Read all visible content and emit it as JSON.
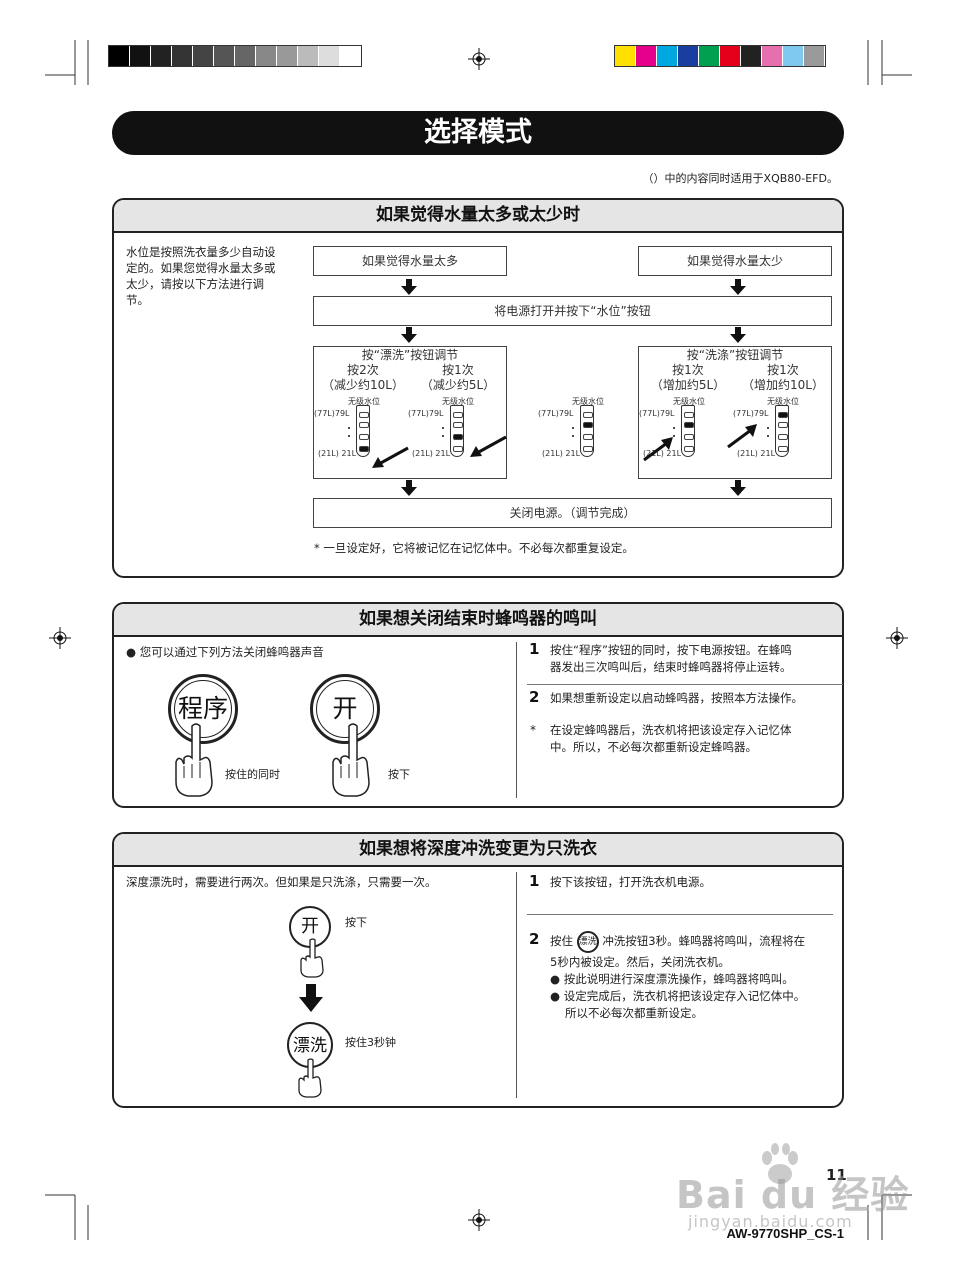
{
  "calibration": {
    "gray_swatches": [
      "#000000",
      "#111111",
      "#222222",
      "#333333",
      "#444444",
      "#555555",
      "#666666",
      "#888888",
      "#999999",
      "#bbbbbb",
      "#dddddd",
      "#ffffff"
    ],
    "color_swatches": [
      "#ffe000",
      "#e4008a",
      "#00a8e0",
      "#1a3ea0",
      "#00a050",
      "#e4001a",
      "#222222",
      "#e66fb0",
      "#7fc8ee",
      "#9a9a9a"
    ]
  },
  "header": {
    "title": "选择模式",
    "note": "（）中的内容同时适用于XQB80-EFD。"
  },
  "section1": {
    "title": "如果觉得水量太多或太少时",
    "intro": [
      "水位是按照洗衣量多少自动设",
      "定的。如果您觉得水量太多或",
      "太少，请按以下方法进行调",
      "节。"
    ],
    "too_much": "如果觉得水量太多",
    "too_little": "如果觉得水量太少",
    "power_step": "将电源打开并按下“水位”按钮",
    "rinse_box": {
      "title": "按“漂洗”按钮调节",
      "col1": [
        "按2次",
        "（减少约10L）"
      ],
      "col2": [
        "按1次",
        "（减少约5L）"
      ]
    },
    "wash_box": {
      "title": "按“洗涤”按钮调节",
      "col1": [
        "按1次",
        "（增加约5L）"
      ],
      "col2": [
        "按1次",
        "（增加约10L）"
      ]
    },
    "gauge": {
      "header": "无级水位",
      "top_label": "(77L)79L",
      "bottom_label": "(21L) 21L"
    },
    "finish": "关闭电源。（调节完成）",
    "memory_note": "*  一旦设定好，它将被记忆在记忆体中。不必每次都重复设定。"
  },
  "section2": {
    "title": "如果想关闭结束时蜂鸣器的鸣叫",
    "bullet": "您可以通过下列方法关闭蜂鸣器声音",
    "btn_program": "程序",
    "btn_program_caption": "按住的同时",
    "btn_power": "开",
    "btn_power_caption": "按下",
    "step1_num": "1",
    "step1": [
      "按住“程序”按钮的同时，按下电源按钮。在蜂鸣",
      "器发出三次鸣叫后，结束时蜂鸣器将停止运转。"
    ],
    "step2_num": "2",
    "step2": "如果想重新设定以启动蜂鸣器，按照本方法操作。",
    "note_mark": "*",
    "note": [
      "在设定蜂鸣器后，洗衣机将把该设定存入记忆体",
      "中。所以，不必每次都重新设定蜂鸣器。"
    ]
  },
  "section3": {
    "title": "如果想将深度冲洗变更为只洗衣",
    "intro": "深度漂洗时，需要进行两次。但如果是只洗涤，只需要一次。",
    "btn_power": "开",
    "btn_power_caption": "按下",
    "btn_rinse": "漂洗",
    "btn_rinse_caption": "按住3秒钟",
    "step1_num": "1",
    "step1": "按下该按钮，打开洗衣机电源。",
    "step2_num": "2",
    "step2_pre": "按住",
    "step2_icon": "漂洗",
    "step2_post": "冲洗按钮3秒。蜂鸣器将鸣叫，流程将在",
    "step2_line2": "5秒内被设定。然后，关闭洗衣机。",
    "bullet1": "按此说明进行深度漂洗操作，蜂鸣器将鸣叫。",
    "bullet2": [
      "设定完成后，洗衣机将把该设定存入记忆体中。",
      "所以不必每次都重新设定。"
    ]
  },
  "footer": {
    "page_num": "11",
    "model": "AW-9770SHP_CS-1",
    "watermark": "Bai du 经验",
    "watermark_url": "jingyan.baidu.com"
  }
}
